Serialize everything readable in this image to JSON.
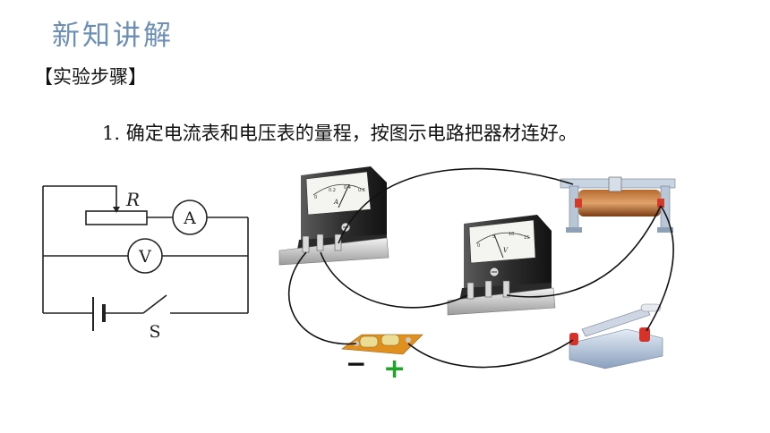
{
  "header": {
    "section_title": "新知讲解",
    "step_heading": "【实验步骤】"
  },
  "content": {
    "step_1": "1. 确定电流表和电压表的量程，按图示电路把器材连好。"
  },
  "schematic": {
    "rheostat_label": "R",
    "ammeter_label": "A",
    "voltmeter_label": "V",
    "switch_label": "S"
  },
  "apparatus": {
    "ammeter_unit": "A",
    "voltmeter_unit": "V",
    "ammeter_scale": [
      "0",
      "0.2",
      "0.4",
      "0.6"
    ],
    "voltmeter_scale": [
      "0",
      "5",
      "10",
      "15"
    ],
    "battery_neg": "−",
    "battery_pos": "+"
  }
}
